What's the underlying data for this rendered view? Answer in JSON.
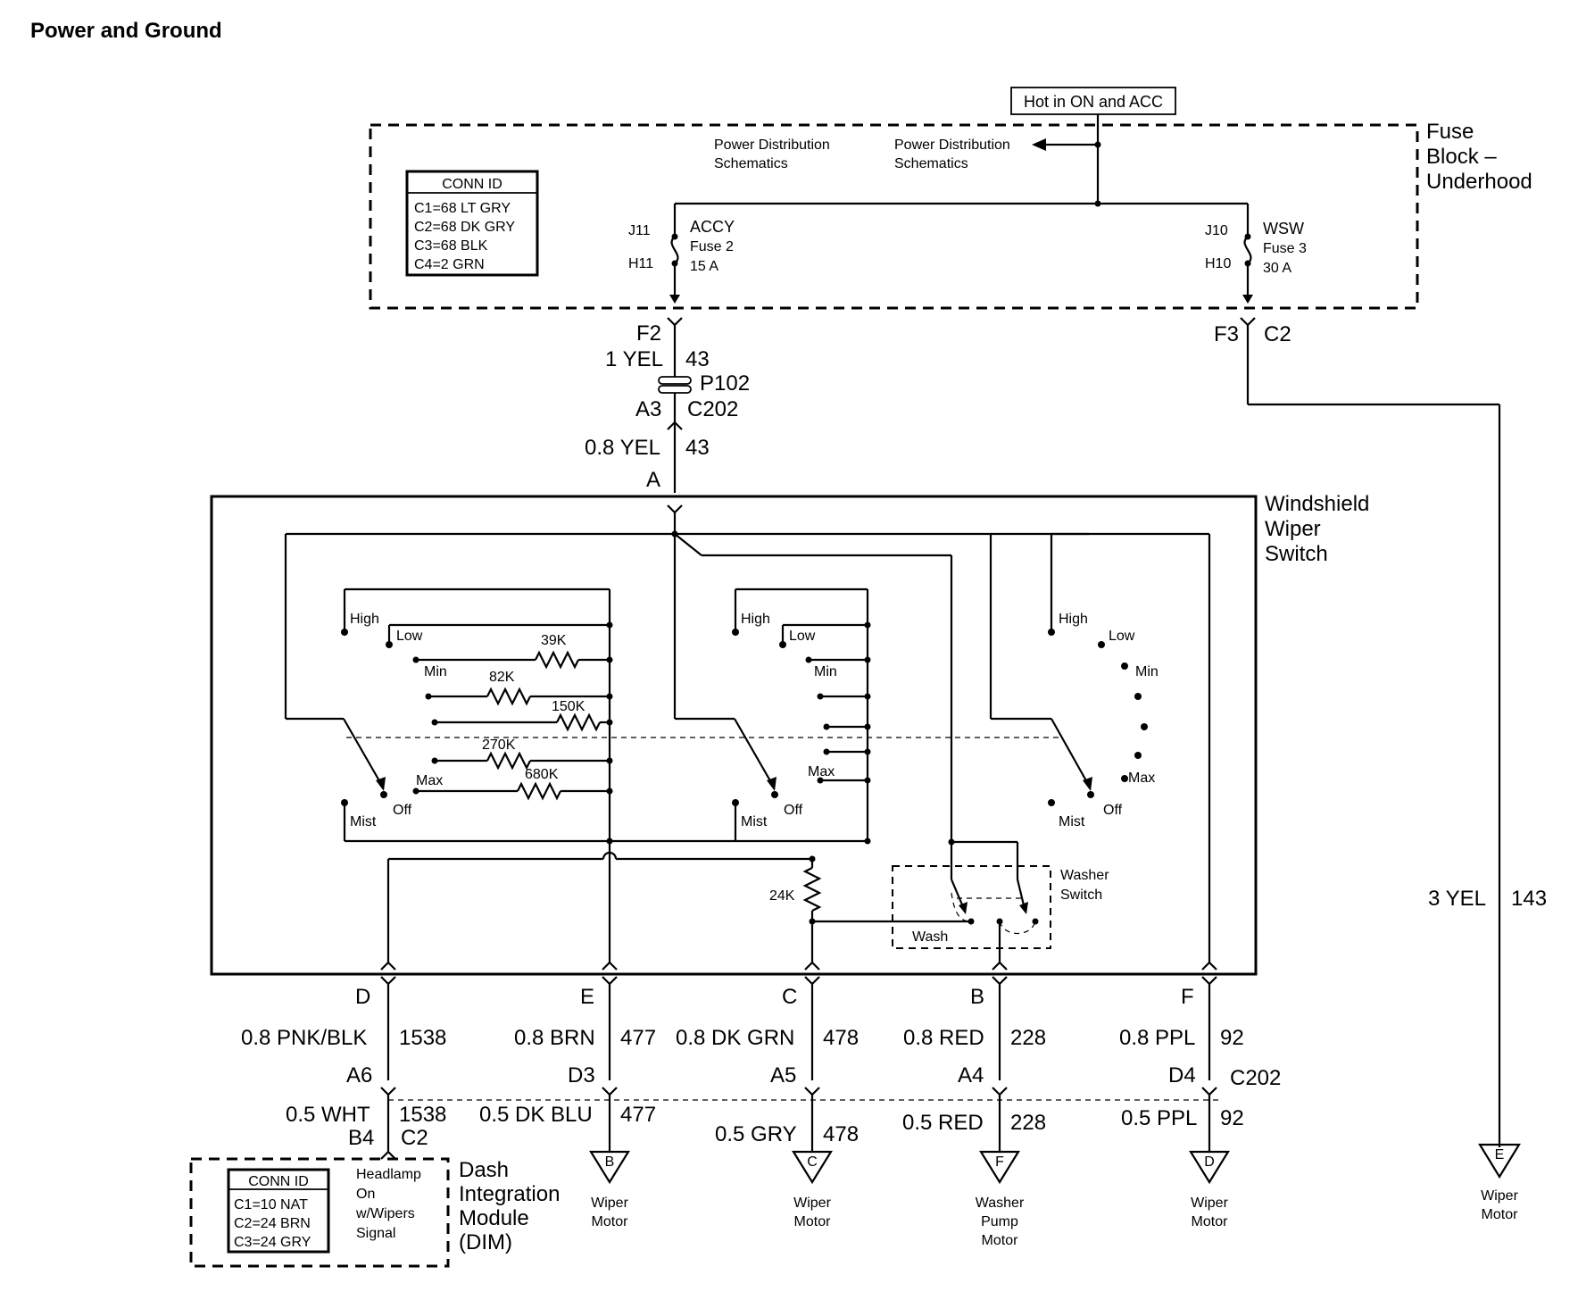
{
  "title": "Power and Ground",
  "hot_label": "Hot in ON and ACC",
  "fuse_block": {
    "name_line1": "Fuse",
    "name_line2": "Block –",
    "name_line3": "Underhood",
    "conn_id": {
      "header": "CONN ID",
      "rows": [
        "C1=68 LT GRY",
        "C2=68 DK GRY",
        "C3=68 BLK",
        "C4=2 GRN"
      ]
    },
    "pds1_line1": "Power Distribution",
    "pds1_line2": "Schematics",
    "pds2_line1": "Power Distribution",
    "pds2_line2": "Schematics",
    "fuse2": {
      "top_pin": "J11",
      "bottom_pin": "H11",
      "line1": "ACCY",
      "line2": "Fuse  2",
      "line3": "15 A"
    },
    "fuse3": {
      "top_pin": "J10",
      "bottom_pin": "H10",
      "line1": "WSW",
      "line2": "Fuse  3",
      "line3": "30 A"
    }
  },
  "feed": {
    "f2": "F2",
    "wire1_color": "1 YEL",
    "wire1_circuit": "43",
    "splice": "P102",
    "a3": "A3",
    "c202": "C202",
    "wire2_color": "0.8 YEL",
    "wire2_circuit": "43",
    "pin_a": "A",
    "f3": "F3",
    "c2": "C2",
    "wire3_color": "3 YEL",
    "wire3_circuit": "143"
  },
  "switch": {
    "name_line1": "Windshield",
    "name_line2": "Wiper",
    "name_line3": "Switch",
    "sw1": {
      "high": "High",
      "low": "Low",
      "min": "Min",
      "max": "Max",
      "mist": "Mist",
      "off": "Off"
    },
    "sw2": {
      "high": "High",
      "low": "Low",
      "min": "Min",
      "max": "Max",
      "mist": "Mist",
      "off": "Off"
    },
    "sw3": {
      "high": "High",
      "low": "Low",
      "min": "Min",
      "max": "Max",
      "mist": "Mist",
      "off": "Off"
    },
    "resistors": [
      "39K",
      "82K",
      "150K",
      "270K",
      "680K"
    ],
    "r24k": "24K",
    "washer_line1": "Washer",
    "washer_line2": "Switch",
    "wash": "Wash"
  },
  "outputs": [
    {
      "pin": "D",
      "wire_upper": "0.8 PNK/BLK",
      "circ_upper": "1538",
      "c202_pin": "A6",
      "wire_lower": "0.5 WHT",
      "circ_lower": "1538"
    },
    {
      "pin": "E",
      "wire_upper": "0.8 BRN",
      "circ_upper": "477",
      "c202_pin": "D3",
      "wire_lower": "0.5 DK BLU",
      "circ_lower": "477",
      "dest_letter": "B",
      "dest_line1": "Wiper",
      "dest_line2": "Motor"
    },
    {
      "pin": "C",
      "wire_upper": "0.8 DK GRN",
      "circ_upper": "478",
      "c202_pin": "A5",
      "wire_lower": "0.5 GRY",
      "circ_lower": "478",
      "dest_letter": "C",
      "dest_line1": "Wiper",
      "dest_line2": "Motor"
    },
    {
      "pin": "B",
      "wire_upper": "0.8 RED",
      "circ_upper": "228",
      "c202_pin": "A4",
      "wire_lower": "0.5 RED",
      "circ_lower": "228",
      "dest_letter": "F",
      "dest_line1": "Washer",
      "dest_line2": "Pump",
      "dest_line3": "Motor"
    },
    {
      "pin": "F",
      "wire_upper": "0.8 PPL",
      "circ_upper": "92",
      "c202_pin": "D4",
      "wire_lower": "0.5 PPL",
      "circ_lower": "92",
      "dest_letter": "D",
      "dest_line1": "Wiper",
      "dest_line2": "Motor"
    }
  ],
  "c202_label": "C202",
  "e_dest": {
    "letter": "E",
    "line1": "Wiper",
    "line2": "Motor"
  },
  "dim": {
    "pin": "B4",
    "conn": "C2",
    "conn_id": {
      "header": "CONN ID",
      "rows": [
        "C1=10 NAT",
        "C2=24 BRN",
        "C3=24 GRY"
      ]
    },
    "signal_line1": "Headlamp",
    "signal_line2": "On",
    "signal_line3": "w/Wipers",
    "signal_line4": "Signal",
    "name_line1": "Dash",
    "name_line2": "Integration",
    "name_line3": "Module",
    "name_line4": "(DIM)"
  }
}
